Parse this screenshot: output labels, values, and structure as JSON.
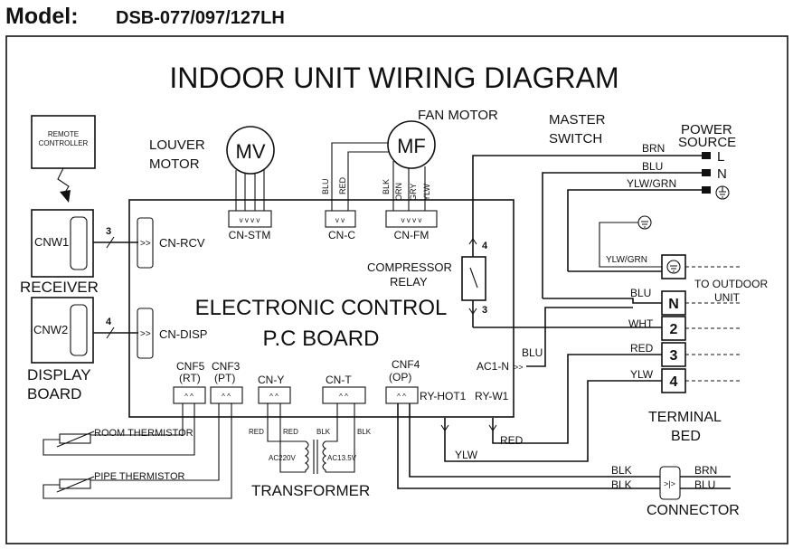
{
  "header": {
    "model_label": "Model:",
    "model_value": "DSB-077/097/127LH"
  },
  "title": "INDOOR UNIT WIRING DIAGRAM",
  "components": {
    "remote_controller": [
      "REMOTE",
      "CONTROLLER"
    ],
    "receiver_label": "RECEIVER",
    "cnw1": "CNW1",
    "cnw2": "CNW2",
    "display_board": [
      "DISPLAY",
      "BOARD"
    ],
    "louver_motor": [
      "LOUVER",
      "MOTOR"
    ],
    "mv": "MV",
    "fan_motor": "FAN MOTOR",
    "mf": "MF",
    "master_switch": [
      "MASTER",
      "SWITCH"
    ],
    "power_source": [
      "POWER",
      "SOURCE"
    ],
    "pcb_title": [
      "ELECTRONIC CONTROL",
      "P.C BOARD"
    ],
    "compressor_relay": [
      "COMPRESSOR",
      "RELAY"
    ],
    "transformer": "TRANSFORMER",
    "terminal_bed": [
      "TERMINAL",
      "BED"
    ],
    "connector": "CONNECTOR",
    "to_outdoor": [
      "TO OUTDOOR",
      "UNIT"
    ],
    "room_thermistor": "ROOM THERMISTOR",
    "pipe_thermistor": "PIPE THERMISTOR"
  },
  "connectors": {
    "cn_rcv": "CN-RCV",
    "cn_disp": "CN-DISP",
    "cn_stm": "CN-STM",
    "cn_c": "CN-C",
    "cn_fm": "CN-FM",
    "cnf5": [
      "CNF5",
      "(RT)"
    ],
    "cnf3": [
      "CNF3",
      "(PT)"
    ],
    "cn_y": "CN-Y",
    "cn_t": "CN-T",
    "cnf4": [
      "CNF4",
      "(OP)"
    ],
    "ry_hot1": "RY-HOT1",
    "ry_w1": "RY-W1",
    "ac1_n": "AC1-N",
    "wire_count_3": "3",
    "wire_count_4": "4",
    "relay_pin_4": "4",
    "relay_pin_3": "3"
  },
  "wires": {
    "blu": "BLU",
    "red": "RED",
    "blk": "BLK",
    "orn": "ORN",
    "gry": "GRY",
    "ylw": "YLW",
    "brn": "BRN",
    "ylw_grn": "YLW/GRN",
    "wht": "WHT",
    "ac220": "AC220V",
    "ac135": "AC13.5V"
  },
  "power_terminals": [
    "L",
    "N"
  ],
  "terminal_numbers": [
    "N",
    "2",
    "3",
    "4"
  ]
}
